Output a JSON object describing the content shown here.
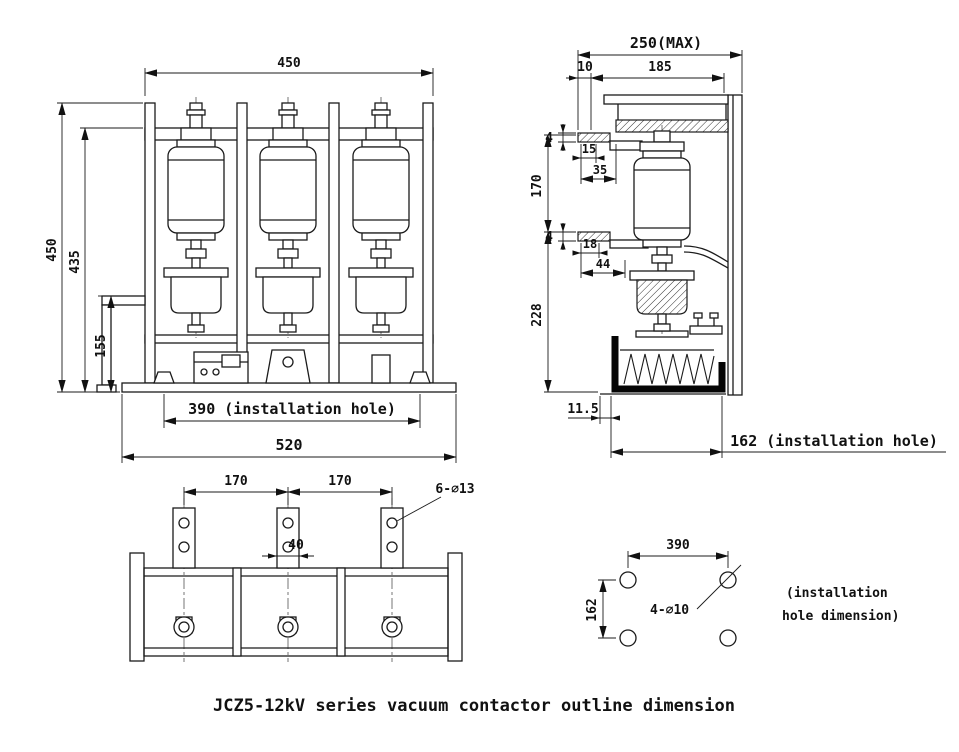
{
  "colors": {
    "ink": "#1b1b1b",
    "background": "#ffffff"
  },
  "caption": "JCZ5-12kV series vacuum contactor outline dimension",
  "front_view": {
    "dim_width_top": "450",
    "dim_height_overall": "450",
    "dim_height_frame": "435",
    "dim_height_base": "155",
    "dim_install_hole": "390 (installation hole)",
    "dim_width_base": "520"
  },
  "side_view": {
    "dim_depth_max": "250(MAX)",
    "dim_offset_10": "10",
    "dim_depth_185": "185",
    "dim_gap_top_4": "4",
    "dim_15": "15",
    "dim_35": "35",
    "dim_height_170": "170",
    "dim_gap_bottom_4": "4",
    "dim_18": "18",
    "dim_44": "44",
    "dim_height_228": "228",
    "dim_offset_11_5": "11.5",
    "dim_install_hole": "162 (installation hole)"
  },
  "bottom_view": {
    "dim_pole_pitch_left": "170",
    "dim_pole_pitch_right": "170",
    "dim_40": "40",
    "holes_label": "6-∅13"
  },
  "install_view": {
    "dim_width": "390",
    "dim_height": "162",
    "holes_label": "4-∅10",
    "note_line1": "(installation",
    "note_line2": "hole dimension)"
  }
}
